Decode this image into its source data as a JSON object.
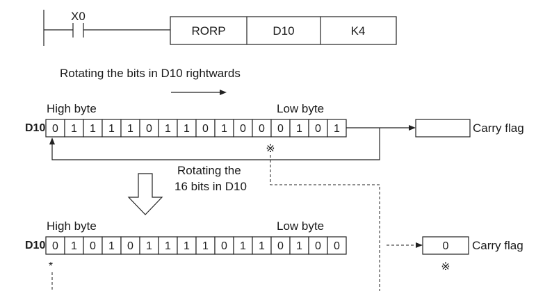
{
  "ladder": {
    "contact": "X0",
    "instruction": "RORP",
    "operand1": "D10",
    "operand2": "K4"
  },
  "caption_rotate": "Rotating the bits in D10 rightwards",
  "before": {
    "register": "D10",
    "high_label": "High byte",
    "low_label": "Low byte",
    "bits": [
      "0",
      "1",
      "1",
      "1",
      "1",
      "0",
      "1",
      "1",
      "0",
      "1",
      "0",
      "0",
      "0",
      "1",
      "0",
      "1"
    ],
    "carry_label": "Carry flag",
    "carry_value": ""
  },
  "rotate_note_line1": "Rotating the",
  "rotate_note_line2": "16 bits in D10",
  "after": {
    "register": "D10",
    "high_label": "High byte",
    "low_label": "Low byte",
    "bits": [
      "0",
      "1",
      "0",
      "1",
      "0",
      "1",
      "1",
      "1",
      "1",
      "0",
      "1",
      "1",
      "0",
      "1",
      "0",
      "0"
    ],
    "carry_label": "Carry flag",
    "carry_value": "0"
  },
  "markers": {
    "star": "*",
    "cross": "※"
  }
}
